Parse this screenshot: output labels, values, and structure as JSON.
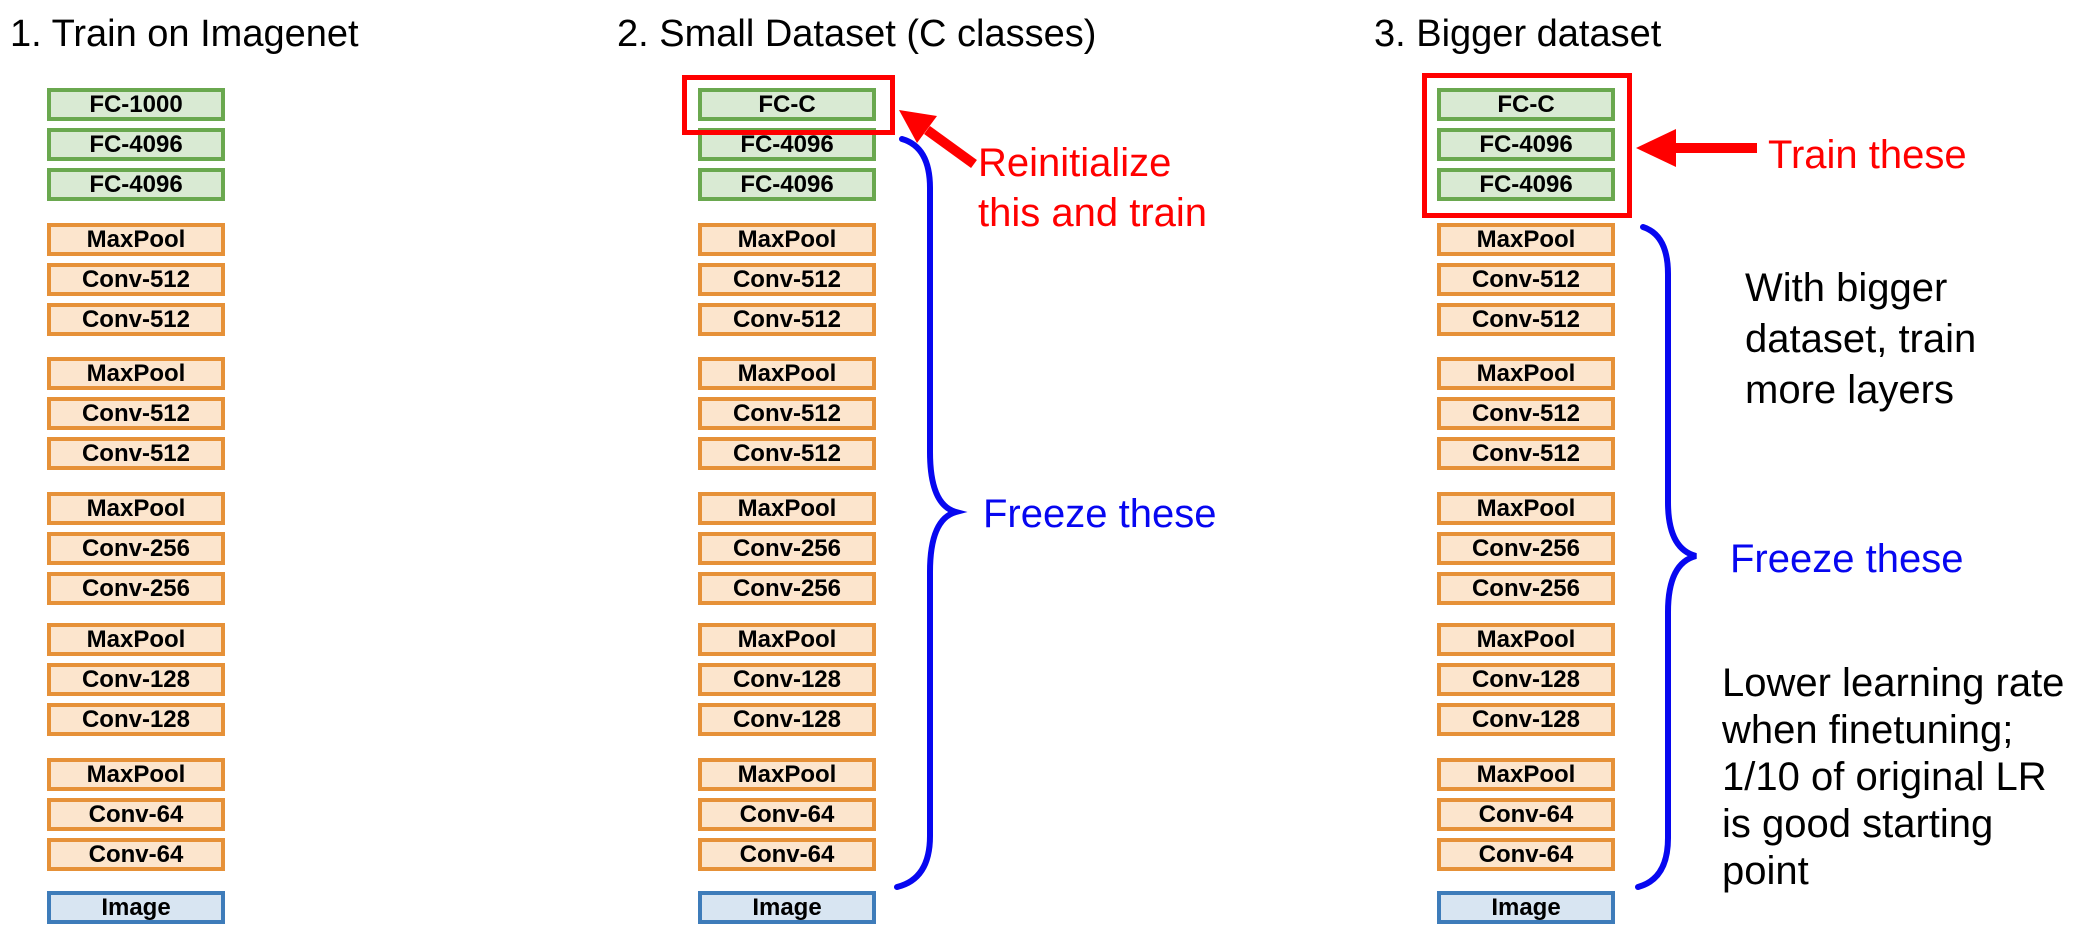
{
  "colors": {
    "fc_fill": "#d9ead3",
    "fc_border": "#6aa84f",
    "conv_fill": "#fce5cd",
    "conv_border": "#e69138",
    "image_fill": "#d8e5f2",
    "image_border": "#3e7cba",
    "red": "#ff0000",
    "blue": "#0707f0"
  },
  "columns": [
    {
      "title": "1. Train on Imagenet",
      "layer_groups": [
        [
          "FC-1000",
          "FC-4096",
          "FC-4096"
        ],
        [
          "MaxPool",
          "Conv-512",
          "Conv-512"
        ],
        [
          "MaxPool",
          "Conv-512",
          "Conv-512"
        ],
        [
          "MaxPool",
          "Conv-256",
          "Conv-256"
        ],
        [
          "MaxPool",
          "Conv-128",
          "Conv-128"
        ],
        [
          "MaxPool",
          "Conv-64",
          "Conv-64"
        ],
        [
          "Image"
        ]
      ]
    },
    {
      "title": "2. Small Dataset (C classes)",
      "layer_groups": [
        [
          "FC-C",
          "FC-4096",
          "FC-4096"
        ],
        [
          "MaxPool",
          "Conv-512",
          "Conv-512"
        ],
        [
          "MaxPool",
          "Conv-512",
          "Conv-512"
        ],
        [
          "MaxPool",
          "Conv-256",
          "Conv-256"
        ],
        [
          "MaxPool",
          "Conv-128",
          "Conv-128"
        ],
        [
          "MaxPool",
          "Conv-64",
          "Conv-64"
        ],
        [
          "Image"
        ]
      ],
      "arrow_label_lines": [
        "Reinitialize",
        "this and train"
      ],
      "brace_label": "Freeze these"
    },
    {
      "title": "3. Bigger dataset",
      "layer_groups": [
        [
          "FC-C",
          "FC-4096",
          "FC-4096"
        ],
        [
          "MaxPool",
          "Conv-512",
          "Conv-512"
        ],
        [
          "MaxPool",
          "Conv-512",
          "Conv-512"
        ],
        [
          "MaxPool",
          "Conv-256",
          "Conv-256"
        ],
        [
          "MaxPool",
          "Conv-128",
          "Conv-128"
        ],
        [
          "MaxPool",
          "Conv-64",
          "Conv-64"
        ],
        [
          "Image"
        ]
      ],
      "arrow_label_lines": [
        "Train these"
      ],
      "brace_label": "Freeze these",
      "note_upper_lines": [
        "With bigger",
        "dataset, train",
        "more layers"
      ],
      "note_lower_lines": [
        "Lower learning rate",
        "when finetuning;",
        "1/10 of original LR",
        "is good starting",
        "point"
      ]
    }
  ]
}
